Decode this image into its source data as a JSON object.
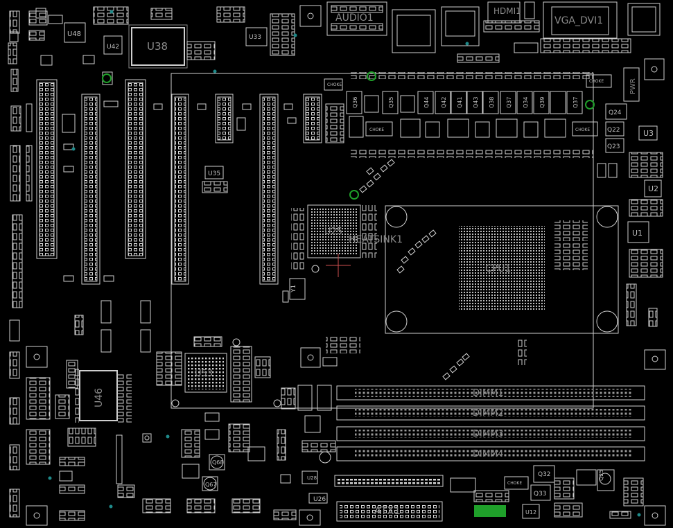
{
  "labels": {
    "u48": "U48",
    "u42": "U42",
    "u38": "U38",
    "u33": "U33",
    "u35": "U35",
    "u46": "U46",
    "u53": "U53",
    "u25": "U25",
    "u26": "U26",
    "u28": "U28",
    "u12": "U12",
    "u3": "U3",
    "u2": "U2",
    "u1": "U1",
    "cpu1": "CPU1",
    "heatsink1": "HEATSINK1",
    "audio1": "AUDIO1",
    "hdmi1": "HDMI1",
    "vga_dvi1": "VGA_DVI1",
    "pwr": "PWR",
    "dimm1": "DIMM1",
    "dimm2": "DIMM2",
    "dimm3": "DIMM3",
    "dimm4": "DIMM4",
    "atx1": "ATX1",
    "q24": "Q24",
    "q22": "Q22",
    "q23": "Q23",
    "q32": "Q32",
    "q33": "Q33",
    "q25": "Q25",
    "q36": "Q36",
    "q35": "Q35",
    "q38": "Q38",
    "q37": "Q37",
    "q34": "Q34",
    "q39": "Q39",
    "q41": "Q41",
    "q42": "Q42",
    "q43": "Q43",
    "q44": "Q44",
    "q67": "Q67",
    "q68": "Q68",
    "choke": "CHOKE",
    "y1": "Y1"
  },
  "colors": {
    "background": "#000000",
    "outline": "#cfcfcf",
    "label": "#8a8a8a",
    "green_marker": "#1fa02a",
    "red_cross": "#d05050",
    "via": "#1f8a8a"
  }
}
